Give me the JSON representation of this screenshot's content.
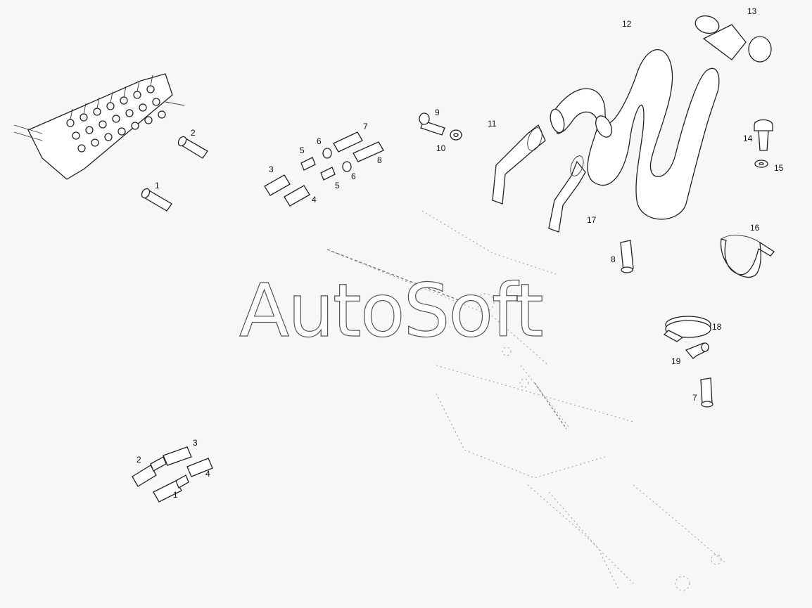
{
  "watermark": "AutoSoft",
  "callouts": [
    {
      "id": "c1a",
      "text": "1"
    },
    {
      "id": "c2a",
      "text": "2"
    },
    {
      "id": "c3a",
      "text": "3"
    },
    {
      "id": "c4a",
      "text": "4"
    },
    {
      "id": "c5a",
      "text": "5"
    },
    {
      "id": "c5b",
      "text": "5"
    },
    {
      "id": "c6a",
      "text": "6"
    },
    {
      "id": "c6b",
      "text": "6"
    },
    {
      "id": "c7a",
      "text": "7"
    },
    {
      "id": "c8a",
      "text": "8"
    },
    {
      "id": "c9",
      "text": "9"
    },
    {
      "id": "c10",
      "text": "10"
    },
    {
      "id": "c11",
      "text": "11"
    },
    {
      "id": "c12",
      "text": "12"
    },
    {
      "id": "c13",
      "text": "13"
    },
    {
      "id": "c14",
      "text": "14"
    },
    {
      "id": "c15",
      "text": "15"
    },
    {
      "id": "c16",
      "text": "16"
    },
    {
      "id": "c17",
      "text": "17"
    },
    {
      "id": "c8b",
      "text": "8"
    },
    {
      "id": "c18",
      "text": "18"
    },
    {
      "id": "c19",
      "text": "19"
    },
    {
      "id": "c7b",
      "text": "7"
    },
    {
      "id": "c2b",
      "text": "2"
    },
    {
      "id": "c3b",
      "text": "3"
    },
    {
      "id": "c4b",
      "text": "4"
    },
    {
      "id": "c1b",
      "text": "1"
    }
  ]
}
